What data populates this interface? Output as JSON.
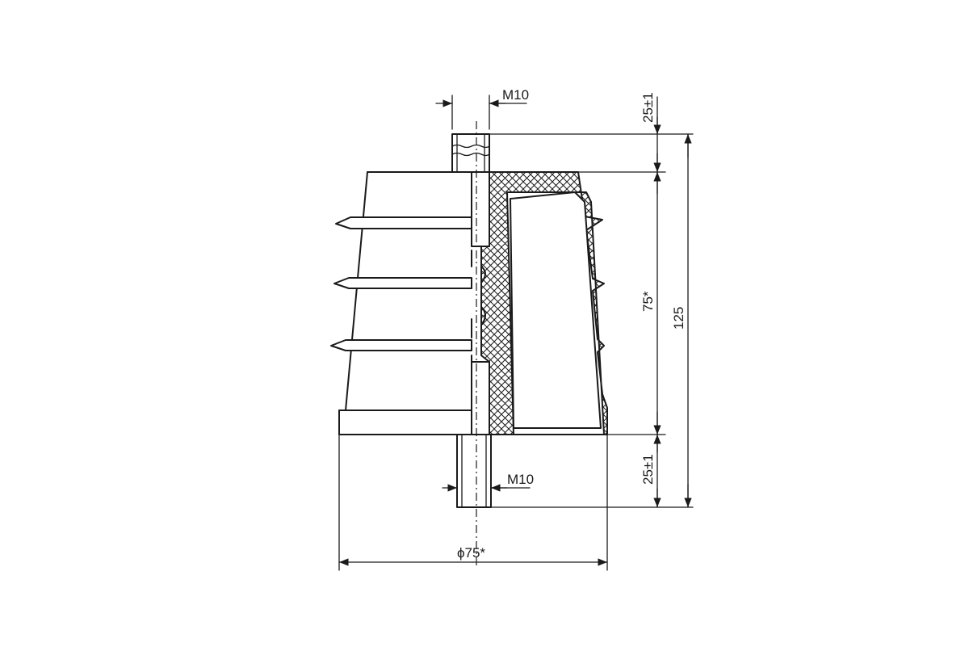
{
  "labels": {
    "thread_top": "M10",
    "thread_bottom": "M10",
    "dim_top_stud": "25±1",
    "dim_body_height": "75*",
    "dim_total_height": "125",
    "dim_bottom_stud": "25±1",
    "dim_diameter": "ϕ75*"
  },
  "colors": {
    "ink": "#1a1a1a",
    "paper": "#ffffff"
  }
}
